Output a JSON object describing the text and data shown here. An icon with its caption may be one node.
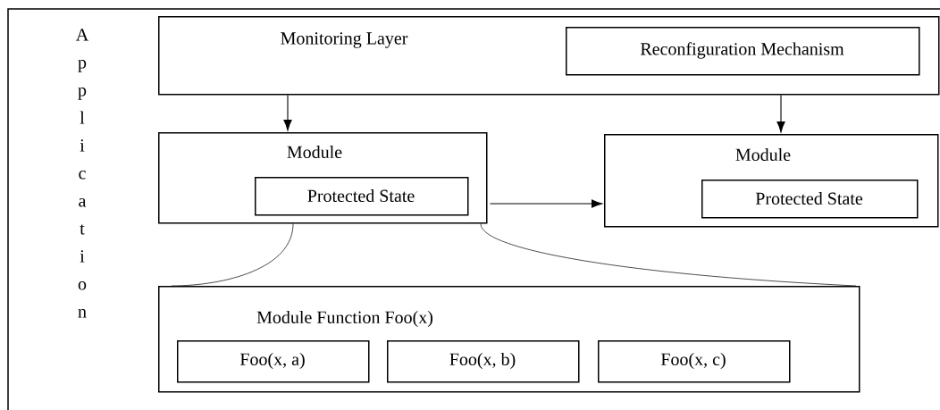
{
  "diagram": {
    "nodes": [
      {
        "text": [
          "Application"
        ]
      },
      {
        "text": [
          "Monitoring Layer"
        ],
        "in": 0
      },
      {
        "text": [
          "Reconfiguration Mechanism"
        ],
        "in": 1
      },
      {
        "text": [
          "Module"
        ],
        "in": 0
      },
      {
        "text": [
          "Protected State"
        ],
        "in": 3
      },
      {
        "text": [
          "Module"
        ],
        "in": 0
      },
      {
        "text": [
          "Protected State"
        ],
        "in": 5
      },
      {
        "text": [
          "Module Function Foo(x)"
        ],
        "in": 0
      },
      {
        "text": [
          "Foo(x, a)"
        ],
        "in": 7
      },
      {
        "text": [
          "Foo(x, b)"
        ],
        "in": 7
      },
      {
        "text": [
          "Foo(x, c)"
        ],
        "in": 7
      }
    ],
    "edges": [
      {
        "from": 1,
        "to": 3,
        "arrow": "to"
      },
      {
        "from": 1,
        "to": 5,
        "arrow": "to"
      },
      {
        "from": 3,
        "to": 5,
        "arrow": "to"
      },
      {
        "from": 3,
        "to": 7,
        "arrow": "none"
      },
      {
        "from": 3,
        "to": 7,
        "arrow": "none"
      }
    ]
  }
}
